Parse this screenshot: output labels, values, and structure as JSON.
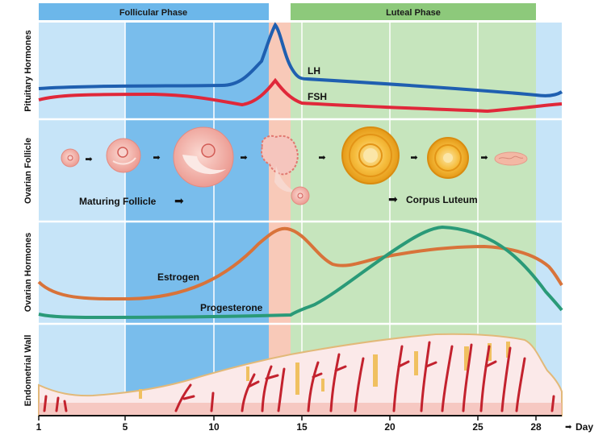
{
  "phases": {
    "follicular": "Follicular Phase",
    "luteal": "Luteal Phase"
  },
  "rows": {
    "pituitary": "Pituitary Hormones",
    "ovarian_follicle": "Ovarian Follicle",
    "ovarian_hormones": "Ovarian Hormones",
    "endometrial": "Endometrial Wall"
  },
  "labels": {
    "lh": "LH",
    "fsh": "FSH",
    "maturing": "Maturing Follicle",
    "corpus": "Corpus Luteum",
    "estrogen": "Estrogen",
    "progesterone": "Progesterone",
    "day": "Day"
  },
  "arrow_glyph": "➡",
  "x_axis": {
    "ticks": [
      "1",
      "5",
      "10",
      "15",
      "20",
      "25",
      "28"
    ]
  },
  "colors": {
    "lh": "#1f5fb0",
    "fsh": "#e0283a",
    "estrogen": "#d8733a",
    "progesterone": "#2a9a78",
    "follicular_band": "#6cb7ea",
    "luteal_band": "#8dc97b",
    "ovulation": "#f8c9b8",
    "follicle": "#f0a8a0",
    "corpus_luteum": "#f3b232",
    "vessel": "#c3222e",
    "gland": "#f0c060"
  }
}
